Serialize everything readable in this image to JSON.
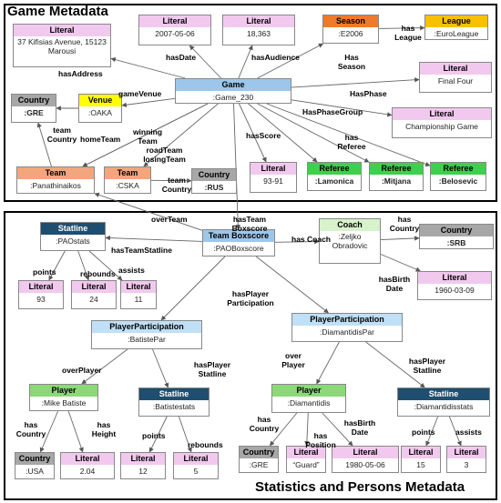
{
  "titles": {
    "top": "Game Metadata",
    "bottom": "Statistics and Persons Metadata"
  },
  "colors": {
    "Literal": "#f2c9ee",
    "Game": "#9dc7ea",
    "Season": "#ee7a2c",
    "League": "#f8c000",
    "Country": "#a7a7a7",
    "Venue": "#ffff00",
    "Team": "#f3a57d",
    "Referee": "#3ed04b",
    "Statline": "#1f4e6e",
    "TeamBoxscore": "#9dc7ea",
    "Coach": "#d8f2cc",
    "PlayerParticipation": "#bfe0f6",
    "Player": "#8cd879"
  },
  "nodes": [
    {
      "id": "lit_address",
      "type": "Literal",
      "value": "37 Kifisias Avenue, 15123 Marousi",
      "wrap": true
    },
    {
      "id": "lit_date",
      "type": "Literal",
      "value": "2007-05-06"
    },
    {
      "id": "lit_audience",
      "type": "Literal",
      "value": "18,363"
    },
    {
      "id": "season",
      "type": "Season",
      "value": ":E2006"
    },
    {
      "id": "league",
      "type": "League",
      "value": ":EuroLeague"
    },
    {
      "id": "country_gre",
      "type": "Country",
      "value": ":GRE",
      "bold": true
    },
    {
      "id": "venue",
      "type": "Venue",
      "value": ":OAKA"
    },
    {
      "id": "game",
      "type": "Game",
      "value": ":Game_230"
    },
    {
      "id": "lit_phase",
      "type": "Literal",
      "value": "Final Four"
    },
    {
      "id": "lit_phasegroup",
      "type": "Literal",
      "value": "Championship Game"
    },
    {
      "id": "team_pao",
      "type": "Team",
      "value": ":Panathinaikos"
    },
    {
      "id": "team_cska",
      "type": "Team",
      "value": ":CSKA"
    },
    {
      "id": "country_rus",
      "type": "Country",
      "value": ":RUS",
      "bold": true
    },
    {
      "id": "lit_score",
      "type": "Literal",
      "value": "93-91"
    },
    {
      "id": "ref_lamonica",
      "type": "Referee",
      "value": ":Lamonica",
      "bold": true
    },
    {
      "id": "ref_mitjana",
      "type": "Referee",
      "value": ":Mitjana",
      "bold": true
    },
    {
      "id": "ref_belosevic",
      "type": "Referee",
      "value": ":Belosevic",
      "bold": true
    },
    {
      "id": "statline_pao",
      "type": "Statline",
      "value": ":PAOstats"
    },
    {
      "id": "teambox",
      "type": "TeamBoxscore",
      "value": ":PAOBoxscore",
      "label": "Team Boxscore"
    },
    {
      "id": "coach",
      "type": "Coach",
      "value": ":Zeljko Obradovic",
      "wrap": true
    },
    {
      "id": "country_srb",
      "type": "Country",
      "value": ":SRB",
      "bold": true
    },
    {
      "id": "lit_points_pao",
      "type": "Literal",
      "value": "93"
    },
    {
      "id": "lit_rebounds_pao",
      "type": "Literal",
      "value": "24"
    },
    {
      "id": "lit_assists_pao",
      "type": "Literal",
      "value": "11"
    },
    {
      "id": "lit_coach_birth",
      "type": "Literal",
      "value": "1960-03-09"
    },
    {
      "id": "pp_batiste",
      "type": "PlayerParticipation",
      "value": ":BatistePar"
    },
    {
      "id": "pp_diamantidis",
      "type": "PlayerParticipation",
      "value": ":DiamantidisPar"
    },
    {
      "id": "player_batiste",
      "type": "Player",
      "value": ":Mike Batiste"
    },
    {
      "id": "statline_batiste",
      "type": "Statline",
      "value": ":Batistestats"
    },
    {
      "id": "player_diamantidis",
      "type": "Player",
      "value": ":Diamantidis"
    },
    {
      "id": "statline_diamantidis",
      "type": "Statline",
      "value": ":Diamantidisstats"
    },
    {
      "id": "country_usa",
      "type": "Country",
      "value": ":USA"
    },
    {
      "id": "lit_height",
      "type": "Literal",
      "value": "2.04"
    },
    {
      "id": "lit_points_batiste",
      "type": "Literal",
      "value": "12"
    },
    {
      "id": "lit_rebounds_batiste",
      "type": "Literal",
      "value": "5"
    },
    {
      "id": "country_gre2",
      "type": "Country",
      "value": ":GRE"
    },
    {
      "id": "lit_position",
      "type": "Literal",
      "value": "“Guard”"
    },
    {
      "id": "lit_player_birth",
      "type": "Literal",
      "value": "1980-05-06"
    },
    {
      "id": "lit_points_diam",
      "type": "Literal",
      "value": "15"
    },
    {
      "id": "lit_assists_diam",
      "type": "Literal",
      "value": "3"
    }
  ],
  "edges": [
    {
      "from": "game",
      "to": "lit_address",
      "label": "hasAddress"
    },
    {
      "from": "game",
      "to": "lit_date",
      "label": "hasDate"
    },
    {
      "from": "game",
      "to": "lit_audience",
      "label": "hasAudience"
    },
    {
      "from": "game",
      "to": "season",
      "label": "Has Season"
    },
    {
      "from": "season",
      "to": "league",
      "label": "has League"
    },
    {
      "from": "game",
      "to": "venue",
      "label": "gameVenue"
    },
    {
      "from": "venue",
      "to": "country_gre",
      "label": ""
    },
    {
      "from": "team_pao",
      "to": "country_gre",
      "label": "team Country"
    },
    {
      "from": "game",
      "to": "lit_phase",
      "label": "HasPhase"
    },
    {
      "from": "game",
      "to": "lit_phasegroup",
      "label": "HasPhaseGroup"
    },
    {
      "from": "game",
      "to": "team_pao",
      "label": "winning Team"
    },
    {
      "from": "game",
      "to": "team_pao",
      "label": "homeTeam"
    },
    {
      "from": "game",
      "to": "team_cska",
      "label": "roadTeam losingTeam"
    },
    {
      "from": "team_cska",
      "to": "country_rus",
      "label": "team Country"
    },
    {
      "from": "game",
      "to": "lit_score",
      "label": "hasScore"
    },
    {
      "from": "game",
      "to": "ref_lamonica",
      "label": "has Referee"
    },
    {
      "from": "game",
      "to": "ref_mitjana",
      "label": ""
    },
    {
      "from": "game",
      "to": "ref_belosevic",
      "label": ""
    },
    {
      "from": "teambox",
      "to": "team_pao",
      "label": "overTeam"
    },
    {
      "from": "game",
      "to": "teambox",
      "label": "hasTeam Boxscore"
    },
    {
      "from": "teambox",
      "to": "statline_pao",
      "label": "hasTeamStatline"
    },
    {
      "from": "teambox",
      "to": "coach",
      "label": "has Coach"
    },
    {
      "from": "coach",
      "to": "country_srb",
      "label": "has Country"
    },
    {
      "from": "coach",
      "to": "lit_coach_birth",
      "label": "hasBirth Date"
    },
    {
      "from": "statline_pao",
      "to": "lit_points_pao",
      "label": "points"
    },
    {
      "from": "statline_pao",
      "to": "lit_rebounds_pao",
      "label": "rebounds"
    },
    {
      "from": "statline_pao",
      "to": "lit_assists_pao",
      "label": "assists"
    },
    {
      "from": "teambox",
      "to": "pp_batiste",
      "label": ""
    },
    {
      "from": "teambox",
      "to": "pp_diamantidis",
      "label": "hasPlayer Participation"
    },
    {
      "from": "pp_batiste",
      "to": "player_batiste",
      "label": "overPlayer"
    },
    {
      "from": "pp_batiste",
      "to": "statline_batiste",
      "label": "hasPlayer Statline"
    },
    {
      "from": "player_batiste",
      "to": "country_usa",
      "label": "has Country"
    },
    {
      "from": "player_batiste",
      "to": "lit_height",
      "label": "has Height"
    },
    {
      "from": "statline_batiste",
      "to": "lit_points_batiste",
      "label": "points"
    },
    {
      "from": "statline_batiste",
      "to": "lit_rebounds_batiste",
      "label": "rebounds"
    },
    {
      "from": "pp_diamantidis",
      "to": "player_diamantidis",
      "label": "over Player"
    },
    {
      "from": "pp_diamantidis",
      "to": "statline_diamantidis",
      "label": "hasPlayer Statline"
    },
    {
      "from": "player_diamantidis",
      "to": "country_gre2",
      "label": "has Country"
    },
    {
      "from": "player_diamantidis",
      "to": "lit_position",
      "label": "has Position"
    },
    {
      "from": "player_diamantidis",
      "to": "lit_player_birth",
      "label": "hasBirth Date"
    },
    {
      "from": "statline_diamantidis",
      "to": "lit_points_diam",
      "label": "points"
    },
    {
      "from": "statline_diamantidis",
      "to": "lit_assists_diam",
      "label": "assists"
    }
  ]
}
